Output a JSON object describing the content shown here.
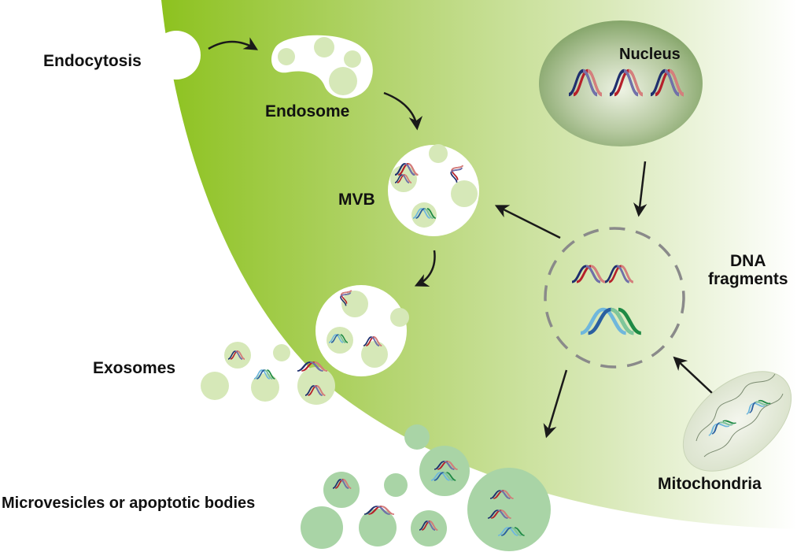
{
  "figure": {
    "title": "DNA release pathways from cell",
    "colors": {
      "cell_left": "#8dc21f",
      "cell_mid": "#b7d676",
      "cell_right": "#f4f8ea",
      "vesicle_light": "#d6e8b8",
      "vesicle_green": "#a9d4a6",
      "nucleus_outer": "#7fa463",
      "nucleus_inner": "#e8f0dc",
      "dna_navy": "#1f2f6e",
      "dna_red": "#b5202a",
      "dna_lavender": "#7a78b0",
      "dna_pink": "#d88a86",
      "dna_lightblue": "#6fb7dc",
      "dna_green": "#1f8a45",
      "dna_mint": "#7fc79a",
      "dna_blue": "#2a5fa0",
      "arrow": "#1a1a1a",
      "dashed": "#8a8a8a"
    }
  },
  "labels": {
    "endocytosis": "Endocytosis",
    "endosome": "Endosome",
    "mvb": "MVB",
    "nucleus": "Nucleus",
    "dna_fragments_line1": "DNA",
    "dna_fragments_line2": "fragments",
    "exosomes": "Exosomes",
    "microvesicles": "Microvesicles or apoptotic bodies",
    "mitochondria": "Mitochondria"
  }
}
